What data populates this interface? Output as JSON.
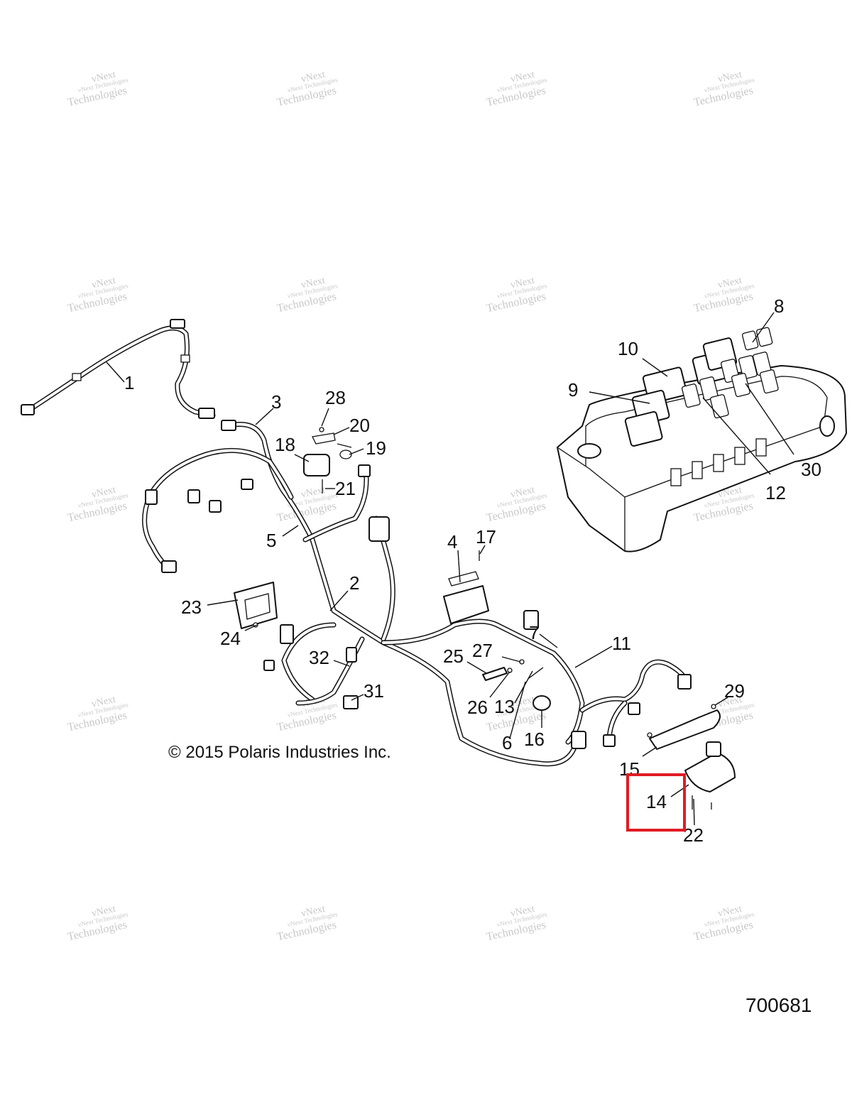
{
  "watermark": {
    "line1": "vNext Technologies",
    "line2": "vNext",
    "line3": "Technologies"
  },
  "callouts": [
    "1",
    "2",
    "3",
    "4",
    "5",
    "6",
    "7",
    "8",
    "9",
    "10",
    "11",
    "12",
    "13",
    "14",
    "15",
    "16",
    "17",
    "18",
    "19",
    "20",
    "21",
    "22",
    "23",
    "24",
    "25",
    "26",
    "27",
    "28",
    "29",
    "30",
    "31",
    "32"
  ],
  "copyright": "© 2015 Polaris Industries Inc.",
  "drawing_number": "700681",
  "highlight": {
    "label": "14",
    "color": "#e01b24"
  }
}
